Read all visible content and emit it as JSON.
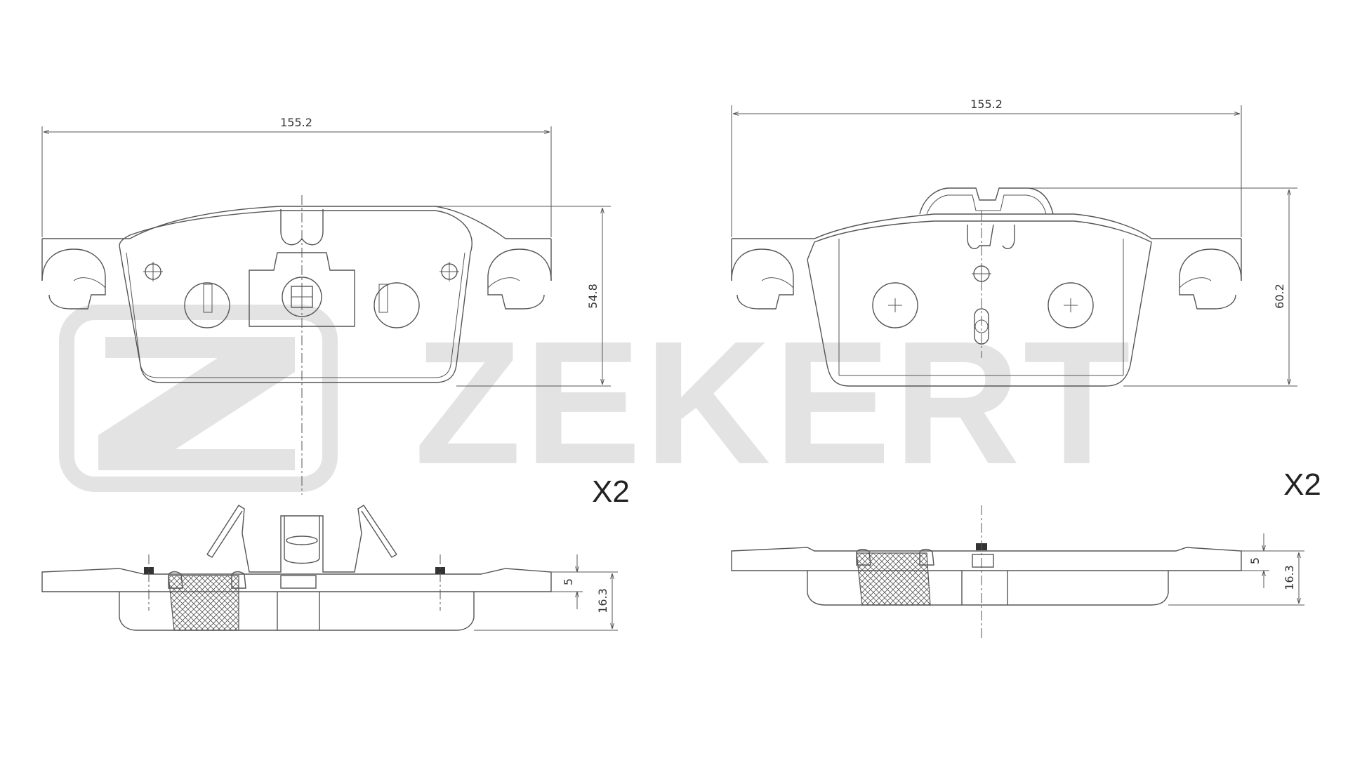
{
  "watermark": {
    "brand": "ZEKERT",
    "logo_letter": "Z",
    "color": "#e3e3e3"
  },
  "left_pad": {
    "width_dim": "155.2",
    "height_dim": "54.8",
    "thickness_dim": "5",
    "total_thickness_dim": "16.3",
    "quantity": "X2"
  },
  "right_pad": {
    "width_dim": "155.2",
    "height_dim": "60.2",
    "thickness_dim": "5",
    "total_thickness_dim": "16.3",
    "quantity": "X2"
  },
  "colors": {
    "line": "#555555",
    "background": "#ffffff"
  }
}
